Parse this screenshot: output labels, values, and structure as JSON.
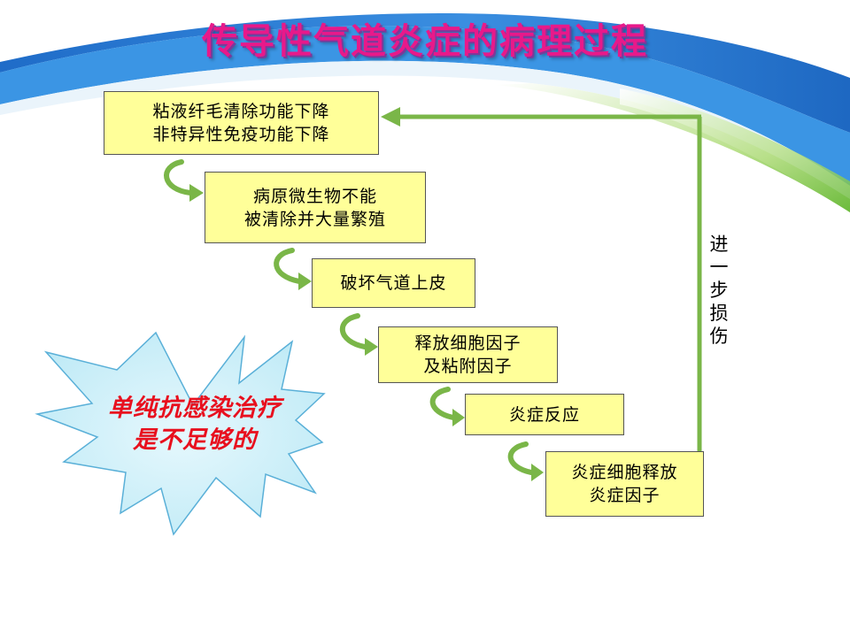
{
  "title": "传导性气道炎症的病理过程",
  "steps": [
    "粘液纤毛清除功能下降\n非特异性免疫功能下降",
    "病原微生物不能\n被清除并大量繁殖",
    "破坏气道上皮",
    "释放细胞因子\n及粘附因子",
    "炎症反应",
    "炎症细胞释放\n炎症因子"
  ],
  "feedback_label": "进一步损伤",
  "callout": "单纯抗感染治疗\n是不足够的",
  "colors": {
    "box_fill": "#ffff99",
    "arrow_green": "#7ab648",
    "title_pink": "#e8198a",
    "callout_red": "#e8101e",
    "star_fill": "#c8eef8",
    "banner_blue": "#2f7fd6"
  },
  "icons": [
    "curved-arrow-icon",
    "feedback-arrow-icon",
    "starburst-shape"
  ]
}
